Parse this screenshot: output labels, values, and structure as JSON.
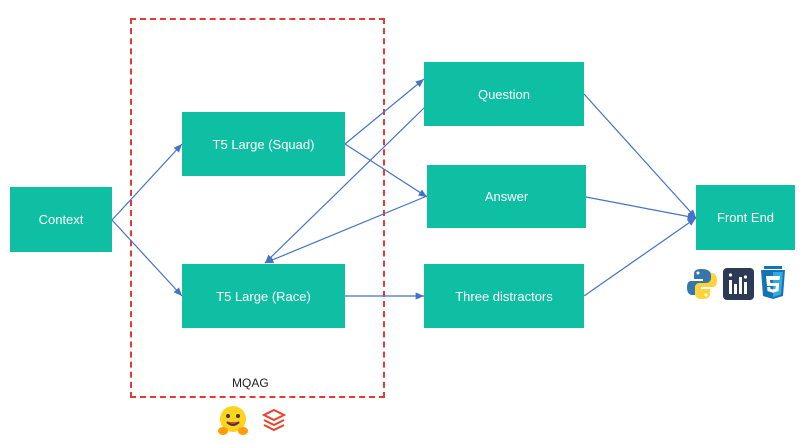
{
  "nodes": {
    "context": "Context",
    "t5_squad": "T5 Large (Squad)",
    "t5_race": "T5 Large (Race)",
    "question": "Question",
    "answer": "Answer",
    "distractors": "Three distractors",
    "front_end": "Front End"
  },
  "group": {
    "label": "MQAG"
  },
  "colors": {
    "node_fill": "#0fbfa4",
    "arrow": "#4472c4",
    "group_border": "#e53935"
  },
  "icons": {
    "group_icons": [
      "hugging-face-icon",
      "stack-layers-icon"
    ],
    "front_end_icons": [
      "python-icon",
      "plotly-dash-icon",
      "css3-icon"
    ]
  }
}
